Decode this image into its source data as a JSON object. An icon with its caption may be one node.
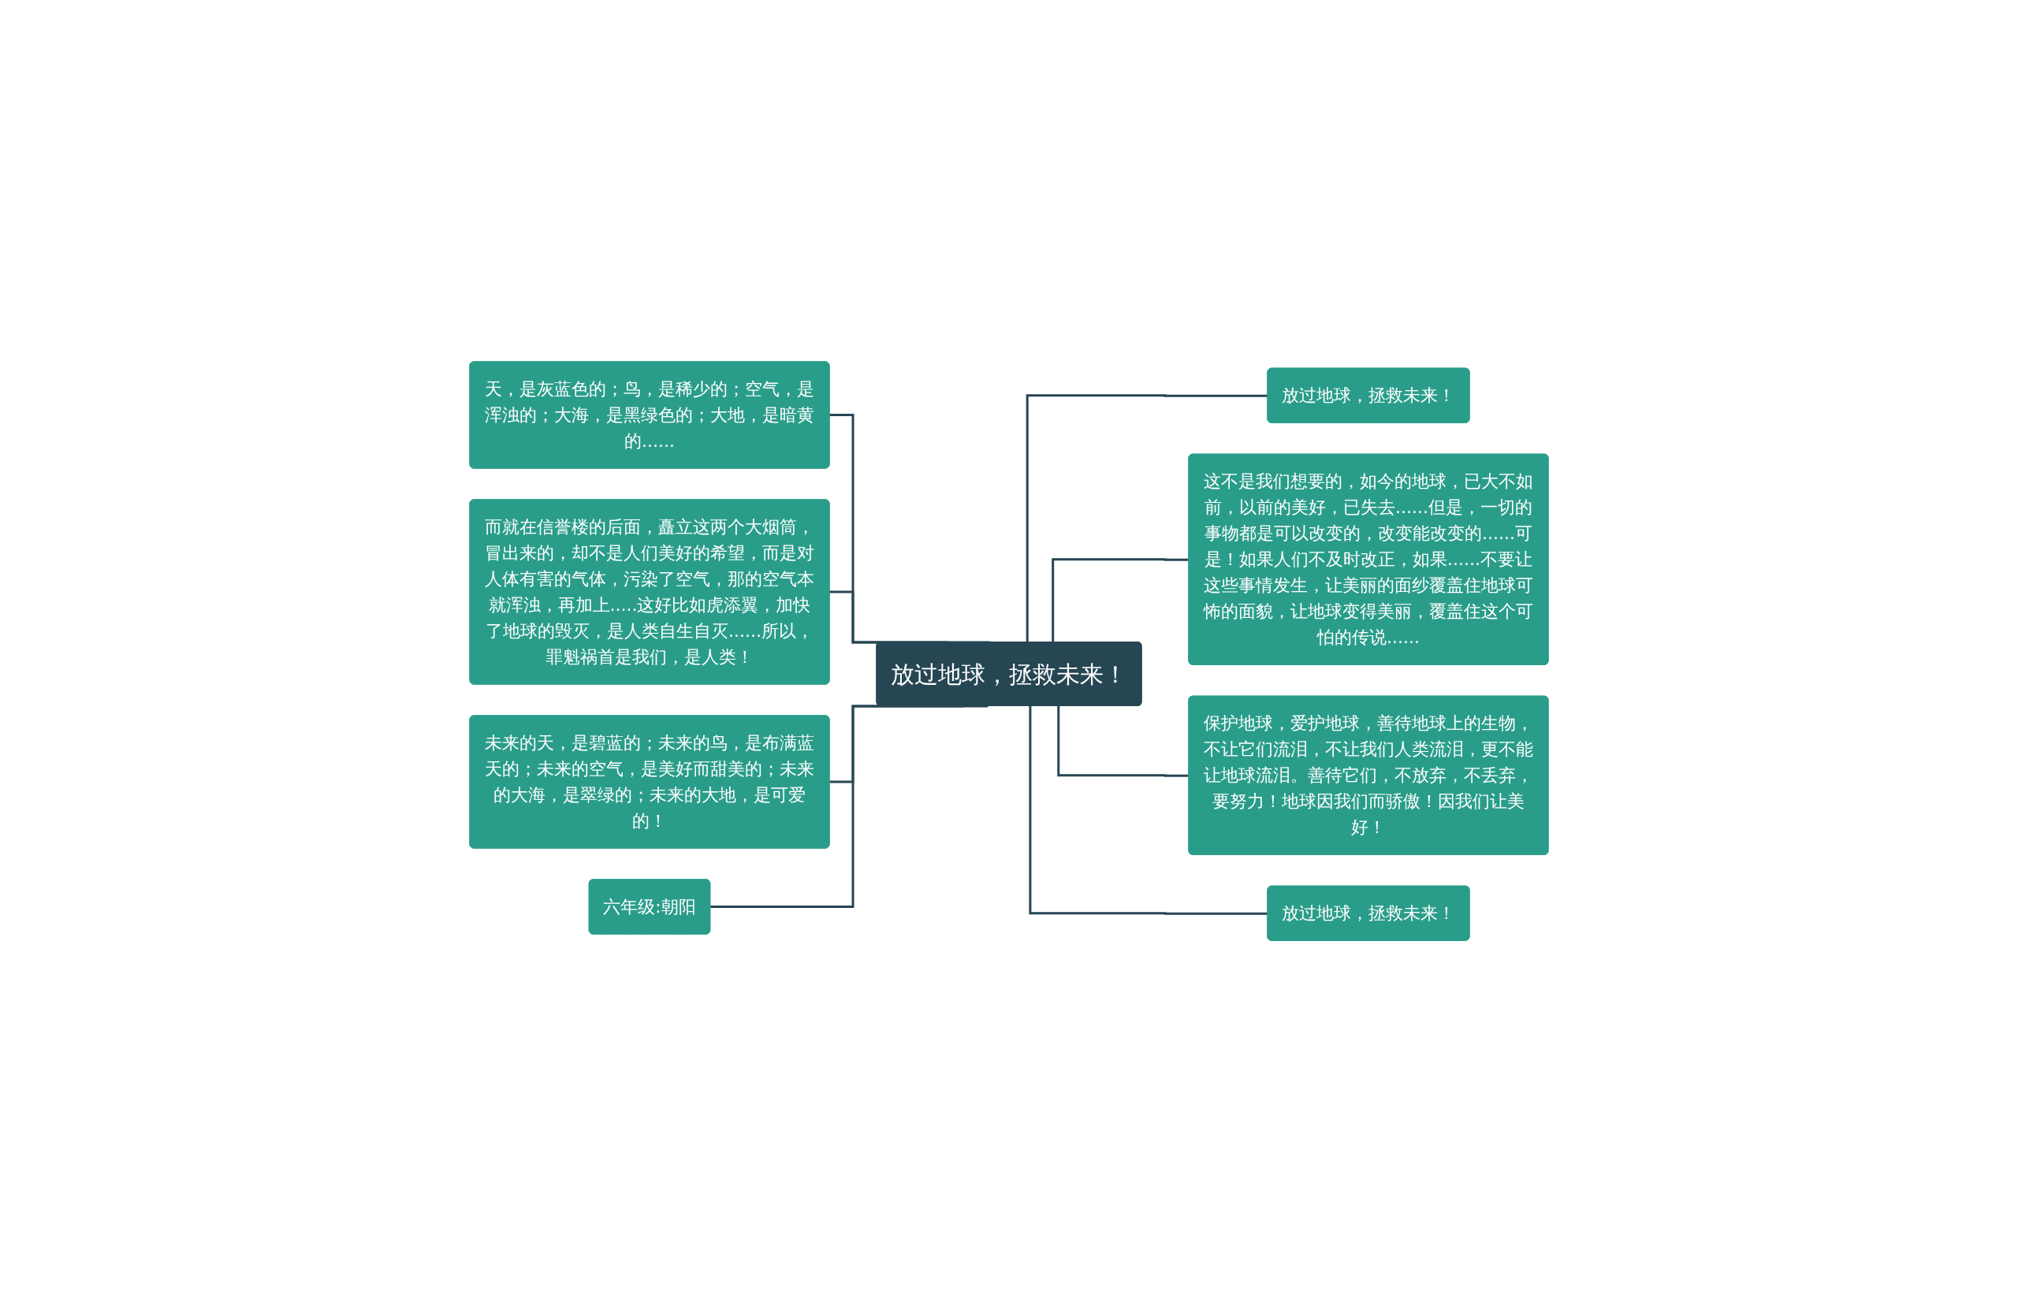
{
  "diagram": {
    "nodes": [
      {
        "text": [
          "放过地球，拯救未来！"
        ]
      },
      {
        "text": [
          "天，是灰蓝色的；鸟，是稀少的；空气，是浑浊的；大海，是黑绿色的；大地，是暗黄的......"
        ]
      },
      {
        "text": [
          "而就在信誉楼的后面，矗立这两个大烟筒，冒出来的，却不是人们美好的希望，而是对人体有害的气体，污染了空气，那的空气本就浑浊，再加上.....这好比如虎添翼，加快了地球的毁灭，是人类自生自灭......所以，罪魁祸首是我们，是人类！"
        ]
      },
      {
        "text": [
          "未来的天，是碧蓝的；未来的鸟，是布满蓝天的；未来的空气，是美好而甜美的；未来的大海，是翠绿的；未来的大地，是可爱的！"
        ]
      },
      {
        "text": [
          "六年级:朝阳"
        ]
      },
      {
        "text": [
          "放过地球，拯救未来！"
        ]
      },
      {
        "text": [
          "这不是我们想要的，如今的地球，已大不如前，以前的美好，已失去......但是，一切的事物都是可以改变的，改变能改变的......可是！如果人们不及时改正，如果......不要让这些事情发生，让美丽的面纱覆盖住地球可怖的面貌，让地球变得美丽，覆盖住这个可怕的传说......"
        ]
      },
      {
        "text": [
          "保护地球，爱护地球，善待地球上的生物，不让它们流泪，不让我们人类流泪，更不能让地球流泪。善待它们，不放弃，不丢弃，要努力！地球因我们而骄傲！因我们让美好！"
        ]
      },
      {
        "text": [
          "放过地球，拯救未来！"
        ]
      }
    ],
    "edges": [
      {
        "from": 1,
        "to": 0,
        "arrow": "none"
      },
      {
        "from": 2,
        "to": 0,
        "arrow": "none"
      },
      {
        "from": 3,
        "to": 0,
        "arrow": "none"
      },
      {
        "from": 4,
        "to": 0,
        "arrow": "none"
      },
      {
        "from": 0,
        "to": 5,
        "arrow": "none"
      },
      {
        "from": 0,
        "to": 6,
        "arrow": "none"
      },
      {
        "from": 0,
        "to": 7,
        "arrow": "none"
      },
      {
        "from": 0,
        "to": 8,
        "arrow": "none"
      }
    ]
  }
}
